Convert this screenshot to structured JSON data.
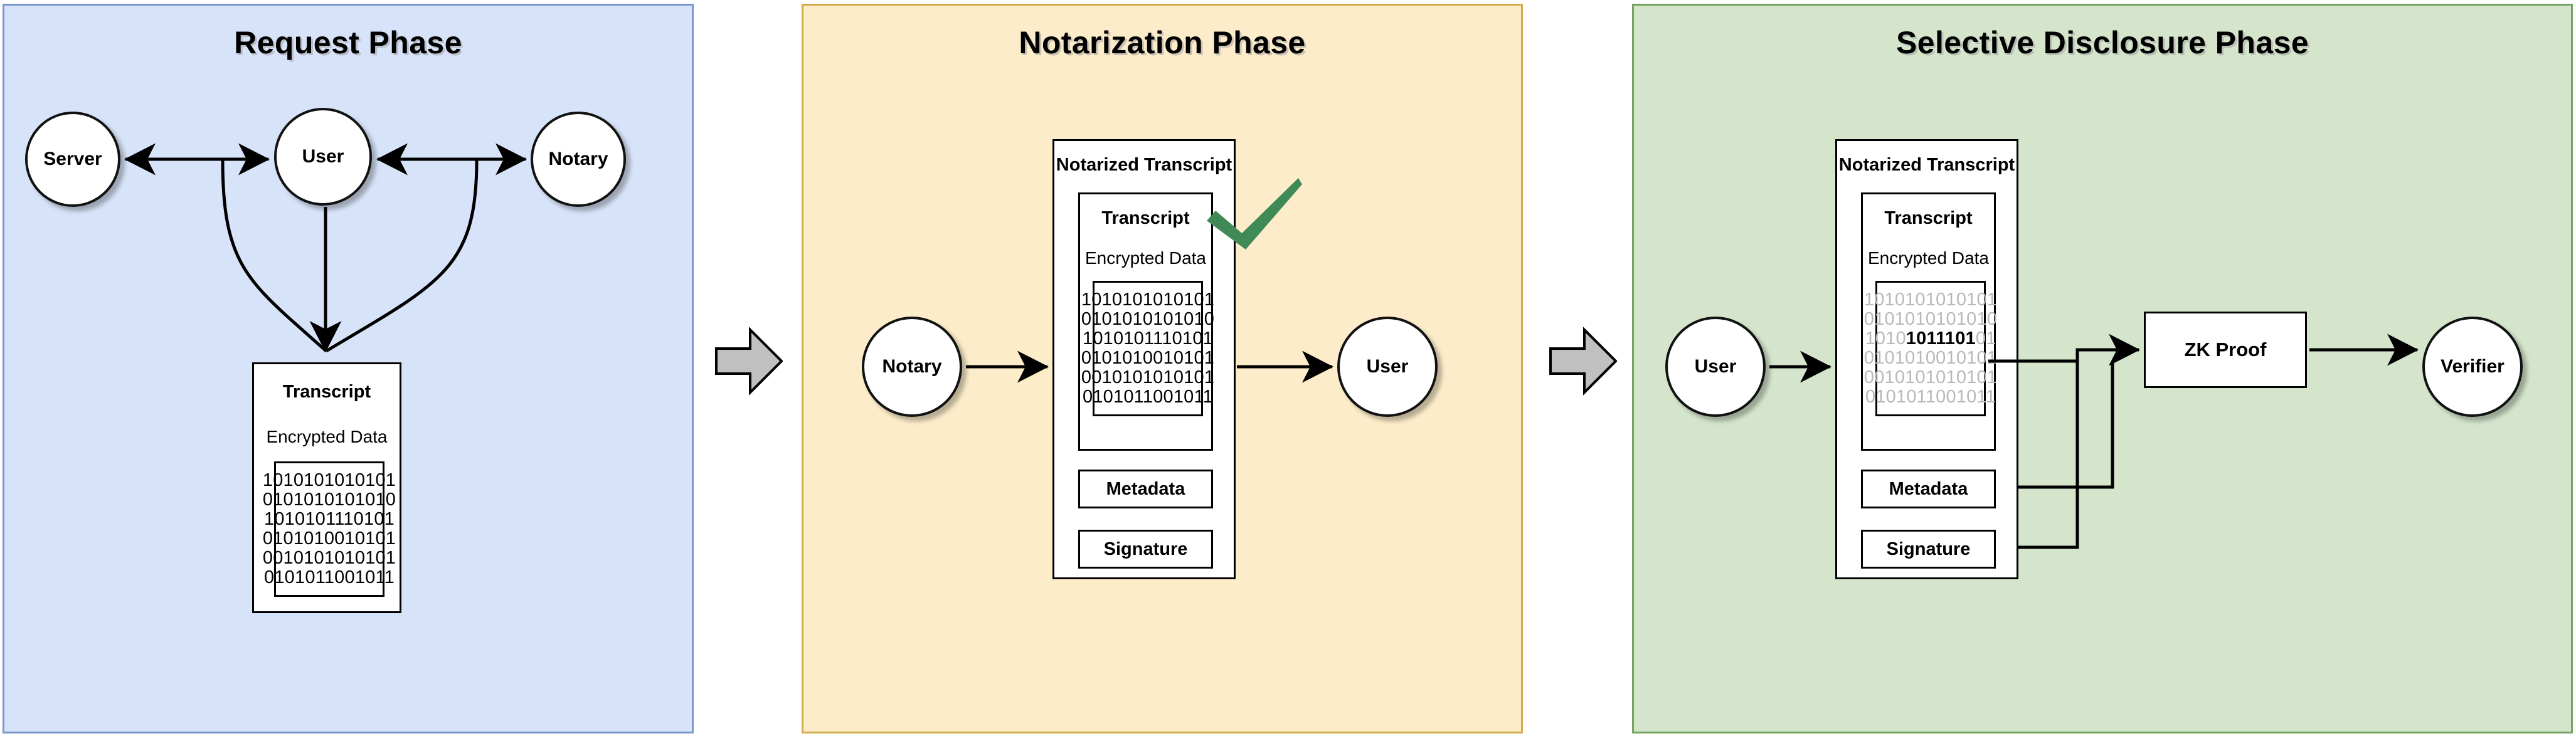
{
  "diagram": {
    "title": "TLSNotary protocol phases",
    "colors": {
      "request_bg": "#d7e3f8",
      "request_border": "#7b97cf",
      "notarization_bg": "#fcecc9",
      "notarization_border": "#d4ab4a",
      "disclosure_bg": "#d4e5cc",
      "disclosure_border": "#74a45e",
      "arrow_fill": "#c0c0c0",
      "arrow_stroke": "#000000",
      "check_green": "#3f8a57",
      "dim_text": "#b9b9b9",
      "line": "#000000"
    }
  },
  "binary_rows": [
    "1010101010101",
    "0101010101010",
    "1010101110101",
    "0101010010101",
    "0010101010101",
    "0101011001011"
  ],
  "panels": [
    {
      "id": "request",
      "title": "Request Phase",
      "nodes": [
        {
          "name": "server",
          "label": "Server"
        },
        {
          "name": "user",
          "label": "User"
        },
        {
          "name": "notary",
          "label": "Notary"
        }
      ],
      "transcript": {
        "title": "Transcript",
        "subtitle": "Encrypted Data",
        "rows": [
          "1010101010101",
          "0101010101010",
          "1010101110101",
          "0101010010101",
          "0010101010101",
          "0101011001011"
        ]
      }
    },
    {
      "id": "notarization",
      "title": "Notarization Phase",
      "nodes": [
        {
          "name": "notary",
          "label": "Notary"
        },
        {
          "name": "user",
          "label": "User"
        }
      ],
      "notarized_transcript": {
        "title": "Notarized Transcript",
        "transcript_title": "Transcript",
        "transcript_subtitle": "Encrypted Data",
        "rows": [
          "1010101010101",
          "0101010101010",
          "1010101110101",
          "0101010010101",
          "0010101010101",
          "0101011001011"
        ],
        "metadata_label": "Metadata",
        "signature_label": "Signature",
        "verified_icon": "check-icon"
      }
    },
    {
      "id": "disclosure",
      "title": "Selective Disclosure Phase",
      "nodes": [
        {
          "name": "user",
          "label": "User"
        },
        {
          "name": "verifier",
          "label": "Verifier"
        }
      ],
      "zk_proof_label": "ZK Proof",
      "notarized_transcript": {
        "title": "Notarized Transcript",
        "transcript_title": "Transcript",
        "transcript_subtitle": "Encrypted Data",
        "rows_dimmed": [
          {
            "text": "1010101010101",
            "highlight": null
          },
          {
            "text": "0101010101010",
            "highlight": null
          },
          {
            "text": "1010101110101",
            "highlight": {
              "prefix": "1010",
              "bold": "1011101",
              "suffix": "01"
            }
          },
          {
            "text": "0101010010101",
            "highlight": null
          },
          {
            "text": "0010101010101",
            "highlight": null
          },
          {
            "text": "0101011001011",
            "highlight": null
          }
        ],
        "metadata_label": "Metadata",
        "signature_label": "Signature"
      }
    }
  ]
}
